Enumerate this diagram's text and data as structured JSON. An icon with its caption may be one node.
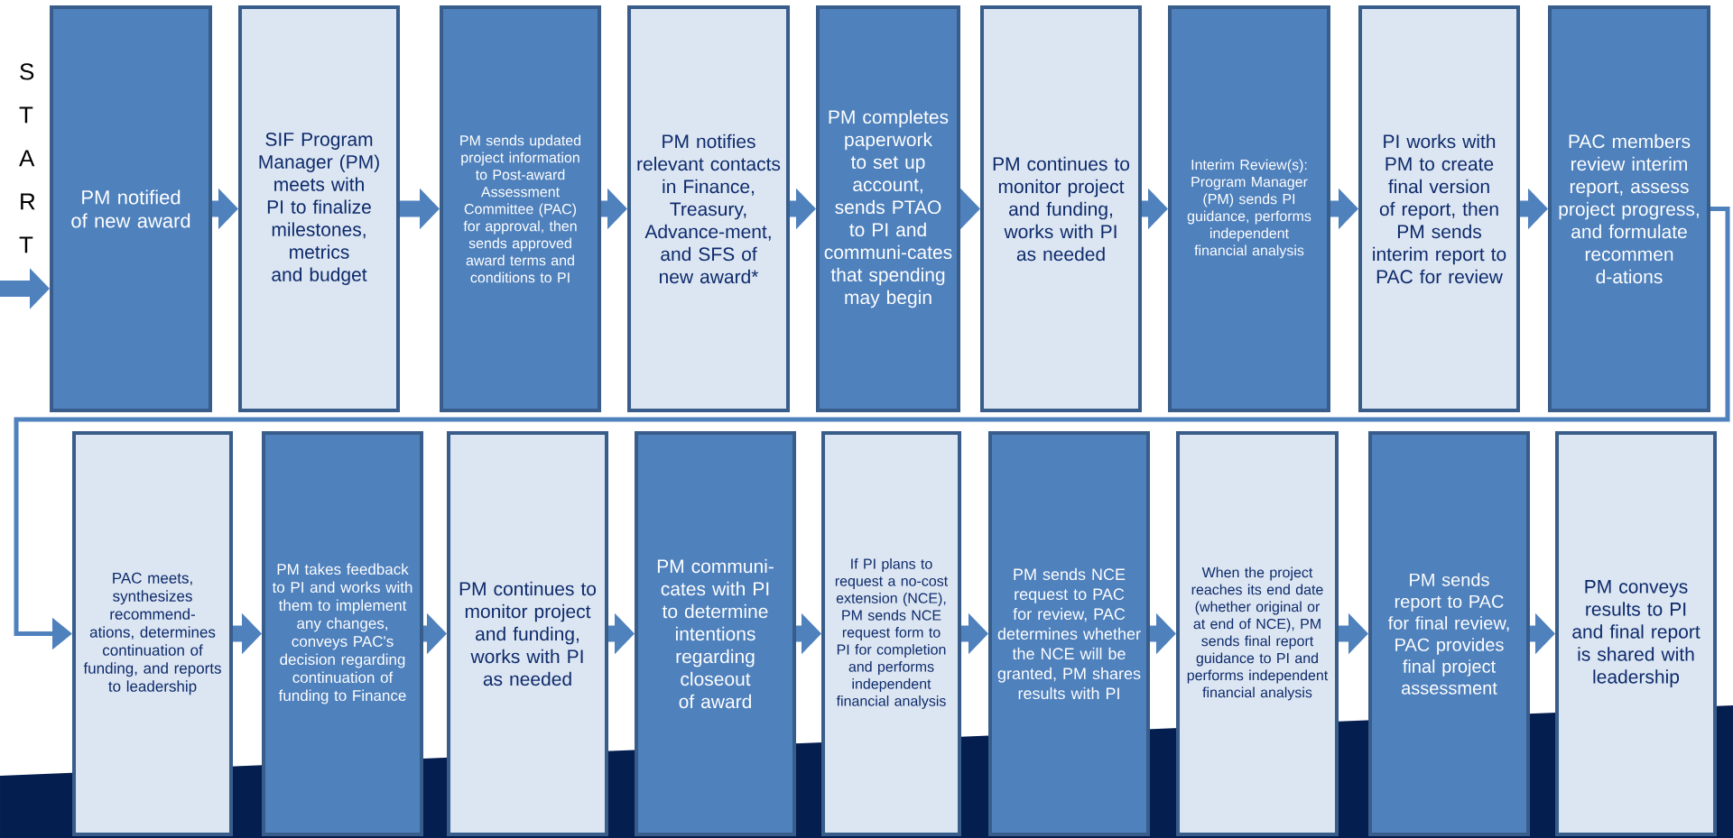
{
  "diagram": {
    "nodes": [
      {
        "text": [
          "PM notified of new award"
        ]
      },
      {
        "text": [
          "SIF Program Manager (PM) meets with PI to finalize milestones, metrics and budget"
        ]
      },
      {
        "text": [
          "PM sends updated project information to Post-award Assessment Committee (PAC) for approval, then sends approved award terms and conditions to PI"
        ]
      },
      {
        "text": [
          "PM notifies relevant contacts in Finance, Treasury, Advance-ment, and SFS of new award*"
        ]
      },
      {
        "text": [
          "PM completes paperwork to set up account, sends PTAO to PI and communi-cates that spending may begin"
        ]
      },
      {
        "text": [
          "PM continues to monitor project and funding, works with PI as needed"
        ]
      },
      {
        "text": [
          "Interim Review(s): Program Manager (PM) sends PI guidance, performs independent financial analysis"
        ]
      },
      {
        "text": [
          "PI works with PM to create final version of report, then PM sends interim report to PAC for review"
        ]
      },
      {
        "text": [
          "PAC members review interim report, assess project progress, and formulate recommen d-ations"
        ]
      },
      {
        "text": [
          "PAC meets, synthesizes recommend-ations, determines continuation of funding, and reports to leadership"
        ]
      },
      {
        "text": [
          "PM takes feedback to PI and works with them to implement any changes, conveys PAC's decision regarding continuation of funding to Finance"
        ]
      },
      {
        "text": [
          "PM continues to monitor project and funding, works with PI as needed"
        ]
      },
      {
        "text": [
          "PM communi-cates with PI to determine intentions regarding closeout of award"
        ]
      },
      {
        "text": [
          "If PI plans to request a no-cost extension (NCE), PM sends NCE request form to PI for completion and performs independent financial analysis"
        ]
      },
      {
        "text": [
          "PM sends NCE request to PAC for review, PAC determines whether the NCE will be granted, PM shares results with PI"
        ]
      },
      {
        "text": [
          "When the project reaches its end date (whether original or at end of NCE), PM sends final report guidance to PI and performs independent financial analysis"
        ]
      },
      {
        "text": [
          "PM sends report to PAC for final review, PAC provides final project assessment"
        ]
      },
      {
        "text": [
          "PM conveys results to PI and final report is shared with leadership"
        ]
      }
    ],
    "edges": [
      {
        "from": null,
        "to": 0,
        "arrow": "to"
      },
      {
        "from": 0,
        "to": 1,
        "arrow": "to"
      },
      {
        "from": 1,
        "to": 2,
        "arrow": "to"
      },
      {
        "from": 2,
        "to": 3,
        "arrow": "to"
      },
      {
        "from": 3,
        "to": 4,
        "arrow": "to"
      },
      {
        "from": 4,
        "to": 5,
        "arrow": "to"
      },
      {
        "from": 5,
        "to": 6,
        "arrow": "to"
      },
      {
        "from": 6,
        "to": 7,
        "arrow": "to"
      },
      {
        "from": 7,
        "to": 8,
        "arrow": "to"
      },
      {
        "from": 8,
        "to": 9,
        "arrow": "to"
      },
      {
        "from": 9,
        "to": 10,
        "arrow": "to"
      },
      {
        "from": 10,
        "to": 11,
        "arrow": "to"
      },
      {
        "from": 11,
        "to": 12,
        "arrow": "to"
      },
      {
        "from": 12,
        "to": 13,
        "arrow": "to"
      },
      {
        "from": 13,
        "to": 14,
        "arrow": "to"
      },
      {
        "from": 14,
        "to": 15,
        "arrow": "to"
      },
      {
        "from": 15,
        "to": 16,
        "arrow": "to"
      },
      {
        "from": 16,
        "to": 17,
        "arrow": "to"
      }
    ],
    "labels": [
      "START"
    ]
  }
}
